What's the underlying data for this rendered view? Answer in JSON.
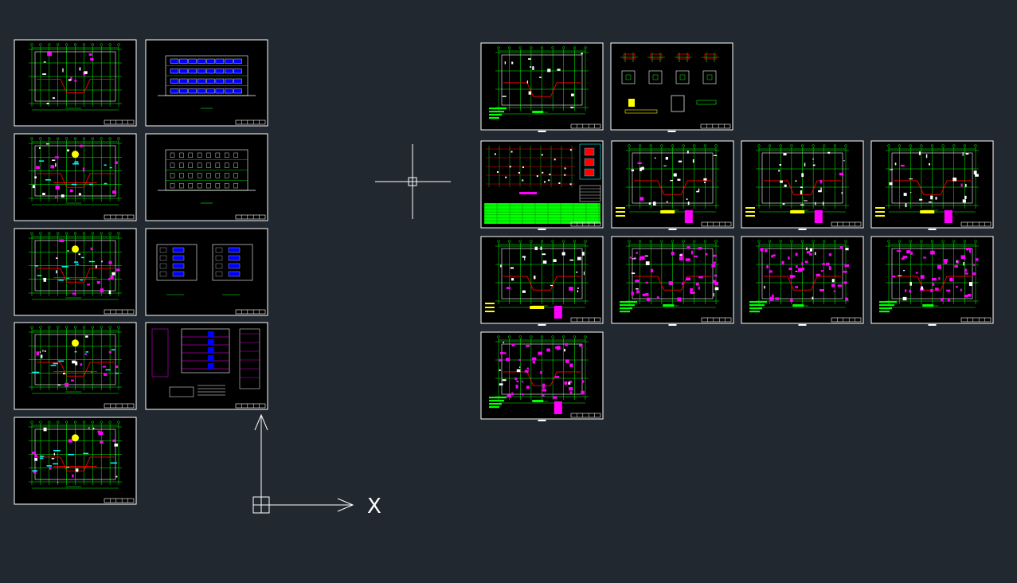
{
  "app": {
    "view": "CAD model space",
    "background_color": "#212830"
  },
  "colors": {
    "frame": "#ffffff",
    "grid": "#00ff00",
    "wall": "#ff0000",
    "column": "#ff00ff",
    "text_yellow": "#ffff00",
    "cyan": "#00ffff",
    "blue": "#0000ff"
  },
  "ucs_icon": {
    "x_axis_label": "X",
    "icon": "ucs-icon"
  },
  "crosshair": {
    "icon": "crosshair-cursor"
  },
  "sheets": [
    {
      "id": "A1",
      "kind": "architectural-plan",
      "group": "architectural"
    },
    {
      "id": "A2",
      "kind": "architectural-elevation-blue",
      "group": "architectural"
    },
    {
      "id": "A3",
      "kind": "architectural-plan-colored",
      "group": "architectural"
    },
    {
      "id": "A4",
      "kind": "architectural-elevation",
      "group": "architectural"
    },
    {
      "id": "A5",
      "kind": "architectural-plan-colored",
      "group": "architectural"
    },
    {
      "id": "A6",
      "kind": "architectural-side-elevations",
      "group": "architectural"
    },
    {
      "id": "A7",
      "kind": "architectural-plan-colored",
      "group": "architectural"
    },
    {
      "id": "A8",
      "kind": "architectural-section",
      "group": "architectural"
    },
    {
      "id": "A9",
      "kind": "architectural-plan-colored",
      "group": "architectural"
    },
    {
      "id": "S1",
      "kind": "structural-foundation-plan",
      "group": "structural"
    },
    {
      "id": "S2",
      "kind": "structural-details",
      "group": "structural"
    },
    {
      "id": "S3",
      "kind": "structural-column-schedule",
      "group": "structural"
    },
    {
      "id": "S4",
      "kind": "structural-beam-plan",
      "group": "structural"
    },
    {
      "id": "S5",
      "kind": "structural-beam-plan",
      "group": "structural"
    },
    {
      "id": "S6",
      "kind": "structural-beam-plan",
      "group": "structural"
    },
    {
      "id": "S7",
      "kind": "structural-beam-plan",
      "group": "structural"
    },
    {
      "id": "S8",
      "kind": "structural-slab-plan",
      "group": "structural"
    },
    {
      "id": "S9",
      "kind": "structural-slab-plan",
      "group": "structural"
    },
    {
      "id": "S10",
      "kind": "structural-slab-plan",
      "group": "structural"
    },
    {
      "id": "S11",
      "kind": "structural-slab-plan",
      "group": "structural"
    }
  ]
}
